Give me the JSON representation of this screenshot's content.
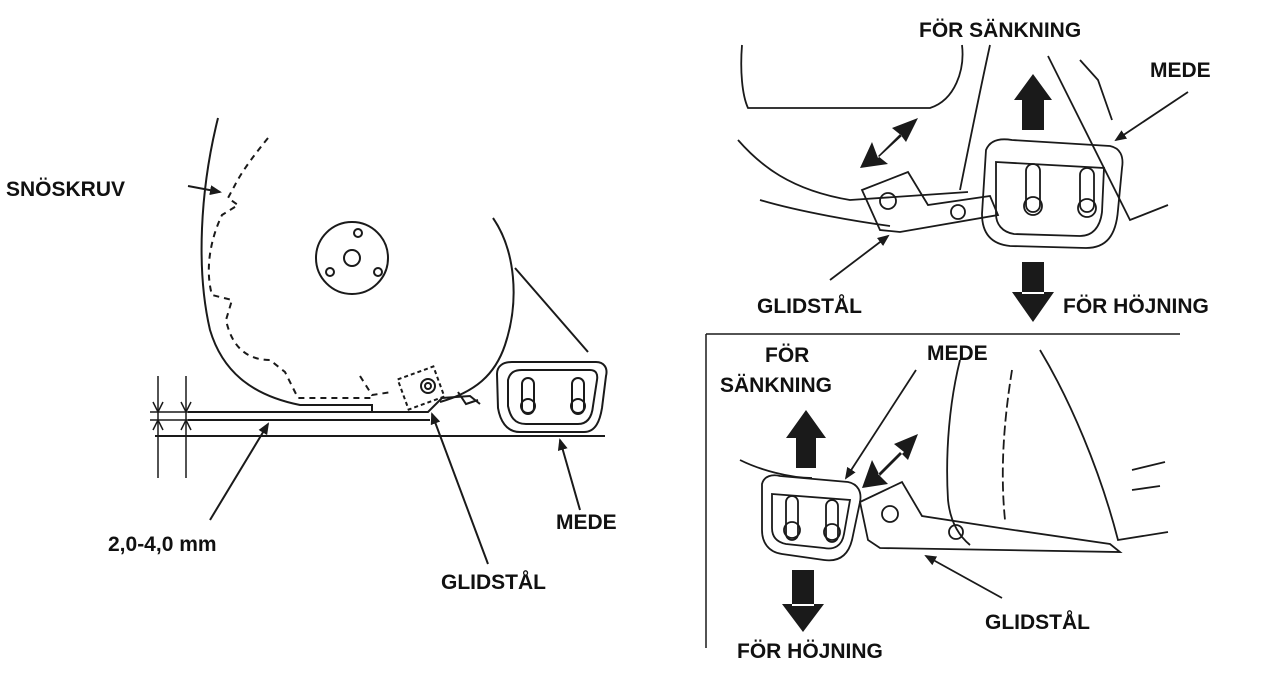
{
  "colors": {
    "line": "#1a1a1a",
    "background": "#ffffff",
    "arrow": "#1a1a1a"
  },
  "left_view": {
    "auger_label": "SNÖSKRUV",
    "gap_label": "2,0-4,0 mm",
    "scraper_label": "GLIDSTÅL",
    "skid_label": "MEDE"
  },
  "top_right_view": {
    "lower_label": "FÖR SÄNKNING",
    "skid_label": "MEDE",
    "scraper_label": "GLIDSTÅL",
    "raise_label": "FÖR HÖJNING"
  },
  "bottom_right_view": {
    "lower_label_line1": "FÖR",
    "lower_label_line2": "SÄNKNING",
    "skid_label": "MEDE",
    "scraper_label": "GLIDSTÅL",
    "raise_label": "FÖR HÖJNING"
  }
}
